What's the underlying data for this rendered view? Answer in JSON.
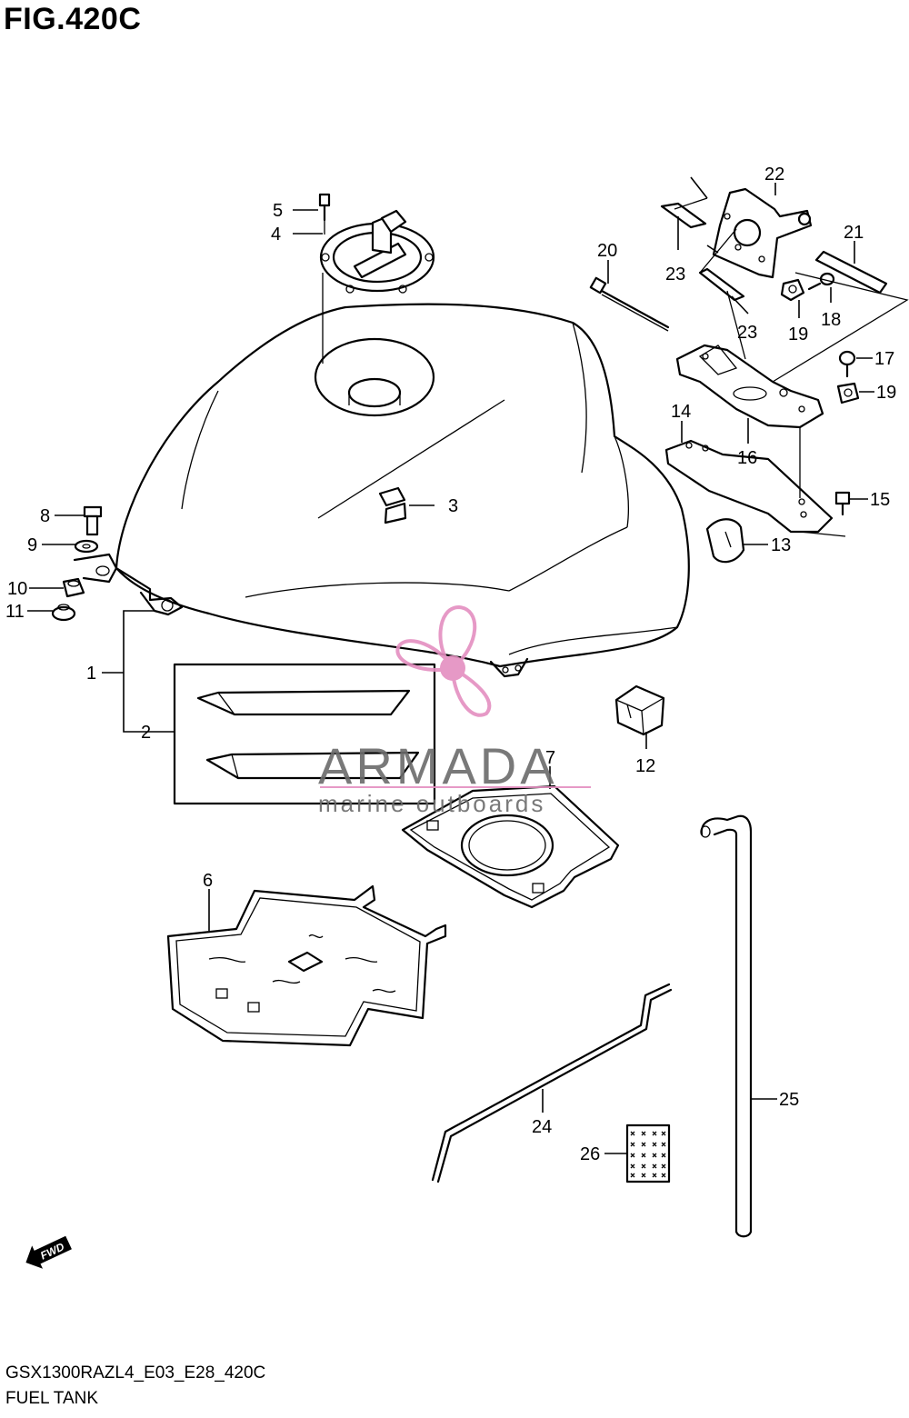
{
  "figure": {
    "title": "FIG.420C",
    "model_code": "GSX1300RAZL4_E03_E28_420C",
    "section_name": "FUEL TANK"
  },
  "watermark": {
    "brand": "ARMADA",
    "tagline": "marine outboards",
    "accent_color": "#e48fc0",
    "text_color": "#6b6b6b"
  },
  "callouts": {
    "c1": "1",
    "c2": "2",
    "c3": "3",
    "c4": "4",
    "c5": "5",
    "c6": "6",
    "c7": "7",
    "c8": "8",
    "c9": "9",
    "c10": "10",
    "c11": "11",
    "c12": "12",
    "c13": "13",
    "c14": "14",
    "c15": "15",
    "c16": "16",
    "c17": "17",
    "c18": "18",
    "c19a": "19",
    "c19b": "19",
    "c20": "20",
    "c21": "21",
    "c22": "22",
    "c23a": "23",
    "c23b": "23",
    "c24": "24",
    "c25": "25",
    "c26": "26"
  },
  "direction_marker": {
    "label": "FWD",
    "icon": "forward-arrow-icon"
  }
}
